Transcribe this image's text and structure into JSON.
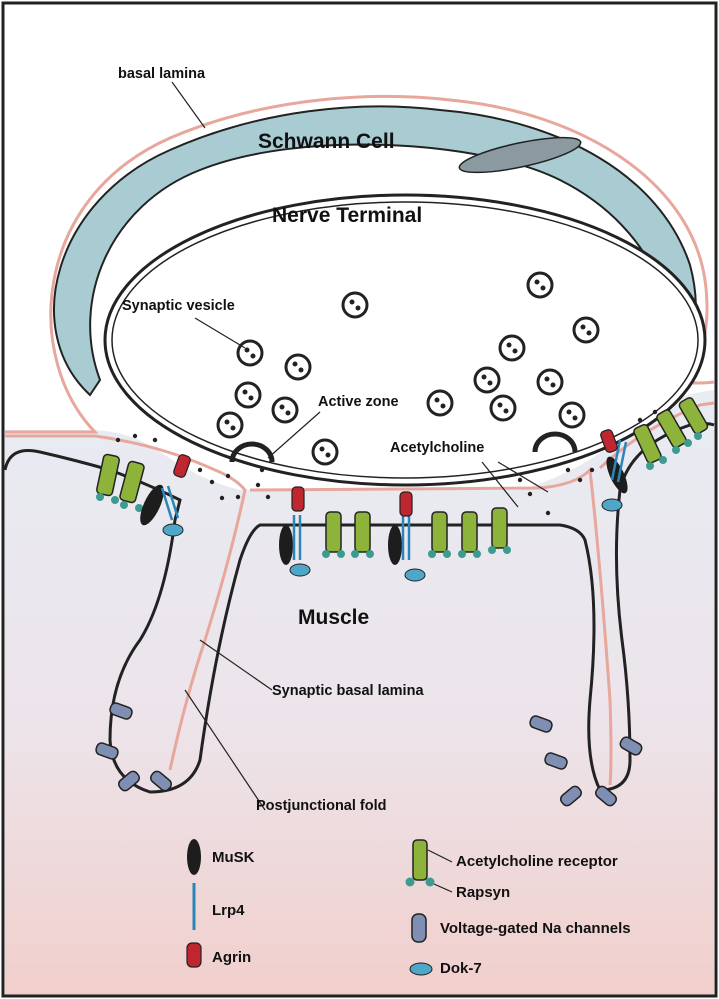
{
  "labels": {
    "basal_lamina": "basal lamina",
    "schwann_cell": "Schwann Cell",
    "nerve_terminal": "Nerve Terminal",
    "synaptic_vesicle": "Synaptic vesicle",
    "active_zone": "Active zone",
    "acetylcholine": "Acetylcholine",
    "muscle": "Muscle",
    "synaptic_basal_lamina": "Synaptic basal lamina",
    "postjunctional_fold": "Postjunctional fold"
  },
  "legend": {
    "musk": "MuSK",
    "lrp4": "Lrp4",
    "agrin": "Agrin",
    "achr": "Acetylcholine receptor",
    "rapsyn": "Rapsyn",
    "na_channels": "Voltage-gated Na channels",
    "dok7": "Dok-7"
  },
  "colors": {
    "schwann": "#a9ccd3",
    "basal_lamina": "#e8a79c",
    "achr": "#8db33a",
    "rapsyn": "#3d9b8f",
    "musk": "#1d1d1d",
    "lrp4": "#2a86b8",
    "agrin": "#c0262f",
    "na_channel": "#7f8fb4",
    "dok7": "#4ea6c9"
  }
}
